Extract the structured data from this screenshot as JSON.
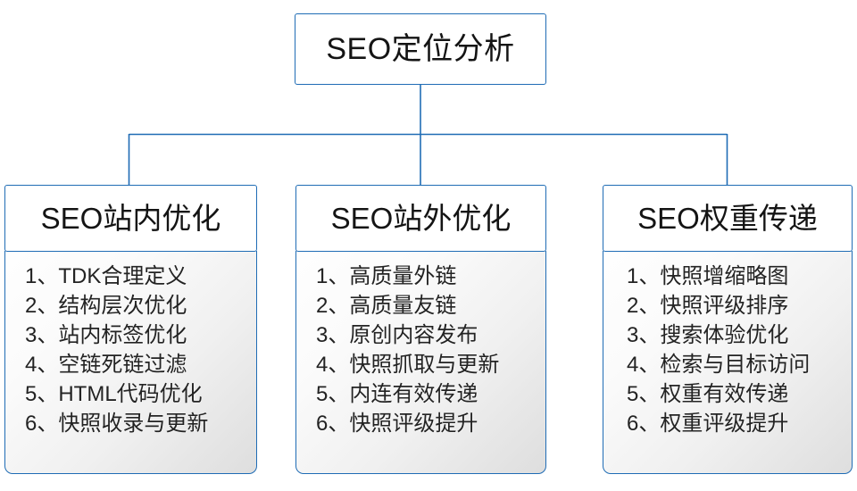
{
  "diagram": {
    "type": "org-tree",
    "accent_color": "#1f6cb5",
    "text_color": "#141414",
    "body_text_color": "#232323",
    "background_color": "#ffffff",
    "root": {
      "label": "SEO定位分析"
    },
    "branches": [
      {
        "header": "SEO站内优化",
        "items": [
          "1、TDK合理定义",
          "2、结构层次优化",
          "3、站内标签优化",
          "4、空链死链过滤",
          "5、HTML代码优化",
          "6、快照收录与更新"
        ]
      },
      {
        "header": "SEO站外优化",
        "items": [
          "1、高质量外链",
          "2、高质量友链",
          "3、原创内容发布",
          "4、快照抓取与更新",
          "5、内连有效传递",
          "6、快照评级提升"
        ]
      },
      {
        "header": "SEO权重传递",
        "items": [
          "1、快照增缩略图",
          "2、快照评级排序",
          "3、搜索体验优化",
          "4、检索与目标访问",
          "5、权重有效传递",
          "6、权重评级提升"
        ]
      }
    ]
  }
}
